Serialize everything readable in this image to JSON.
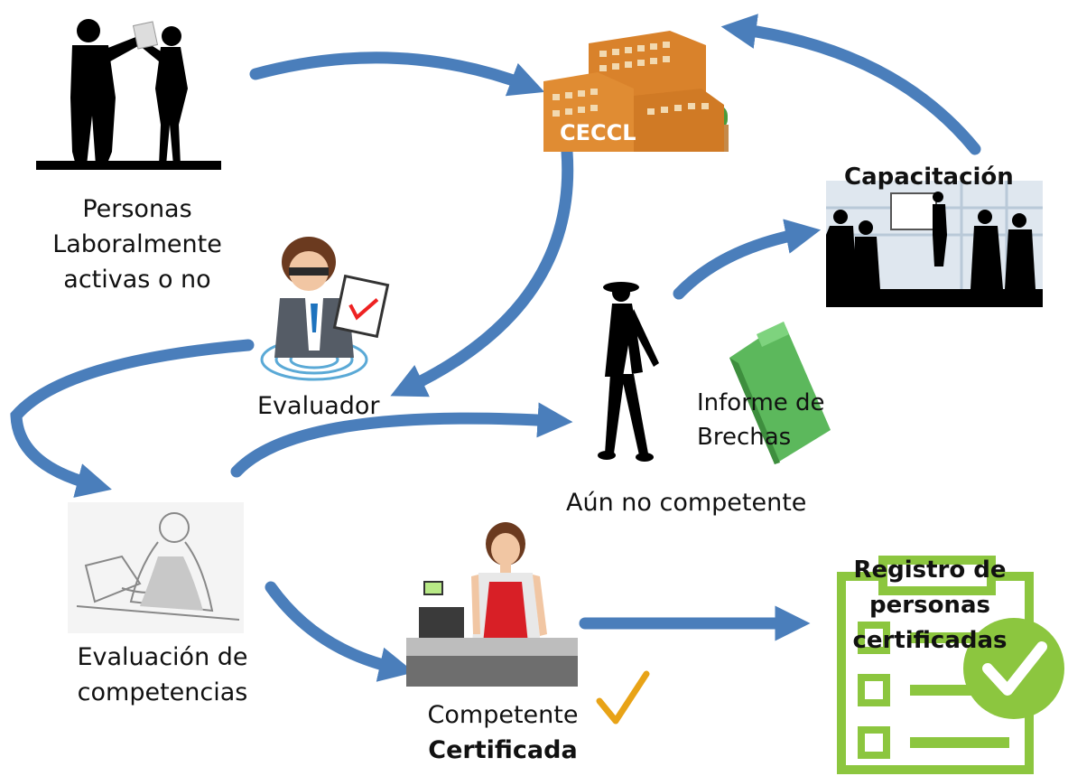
{
  "nodes": {
    "personas": {
      "lines": [
        "Personas",
        "Laboralmente",
        "activas o no"
      ]
    },
    "ceccl": {
      "label": "CECCL"
    },
    "capacitacion": {
      "label": "Capacitación"
    },
    "evaluador": {
      "label": "Evaluador"
    },
    "aun_no_competente": {
      "label": "Aún no  competente"
    },
    "informe": {
      "lines": [
        "Informe  de",
        "Brechas"
      ]
    },
    "evaluacion": {
      "lines": [
        "Evaluación de",
        "competencias"
      ]
    },
    "competente": {
      "line1": "Competente",
      "line2": "Certificada"
    },
    "registro": {
      "lines": [
        "Registro de",
        "personas",
        "certificadas"
      ]
    }
  },
  "colors": {
    "arrow": "#4a7ebb",
    "building": "#d9822b",
    "book": "#5cb85c",
    "registry": "#8cc63f",
    "check": "#e8a317",
    "silhouette": "#000000"
  },
  "icons": [
    "people-silhouette-icon",
    "building-icon",
    "training-meeting-icon",
    "evaluator-icon",
    "walking-woman-icon",
    "book-icon",
    "assessment-sketch-icon",
    "cashier-icon",
    "checkmark-icon",
    "registry-checklist-icon"
  ]
}
